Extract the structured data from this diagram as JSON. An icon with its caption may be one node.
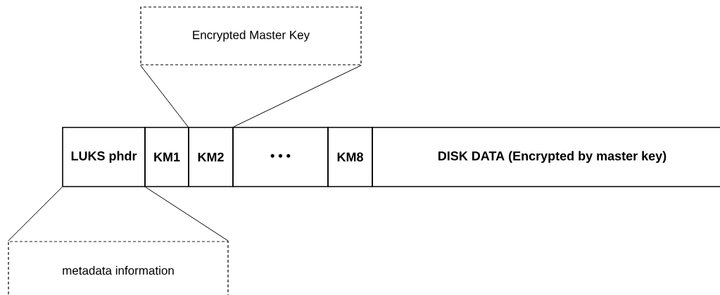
{
  "diagram": {
    "nodes": [
      {
        "text": [
          "Encrypted Master Key"
        ]
      },
      {
        "text": [
          "LUKS phdr"
        ]
      },
      {
        "text": [
          "KM1"
        ]
      },
      {
        "text": [
          "KM2"
        ]
      },
      {
        "text": [
          "• • •"
        ]
      },
      {
        "text": [
          "KM8"
        ]
      },
      {
        "text": [
          "DISK DATA (Encrypted by master key)"
        ]
      },
      {
        "text": [
          "metadata information"
        ]
      }
    ],
    "edges": [
      {
        "from": 0,
        "to": 3,
        "arrow": "none"
      },
      {
        "from": 0,
        "to": 3,
        "arrow": "none"
      },
      {
        "from": 7,
        "to": 1,
        "arrow": "none"
      },
      {
        "from": 7,
        "to": 1,
        "arrow": "none"
      }
    ]
  }
}
